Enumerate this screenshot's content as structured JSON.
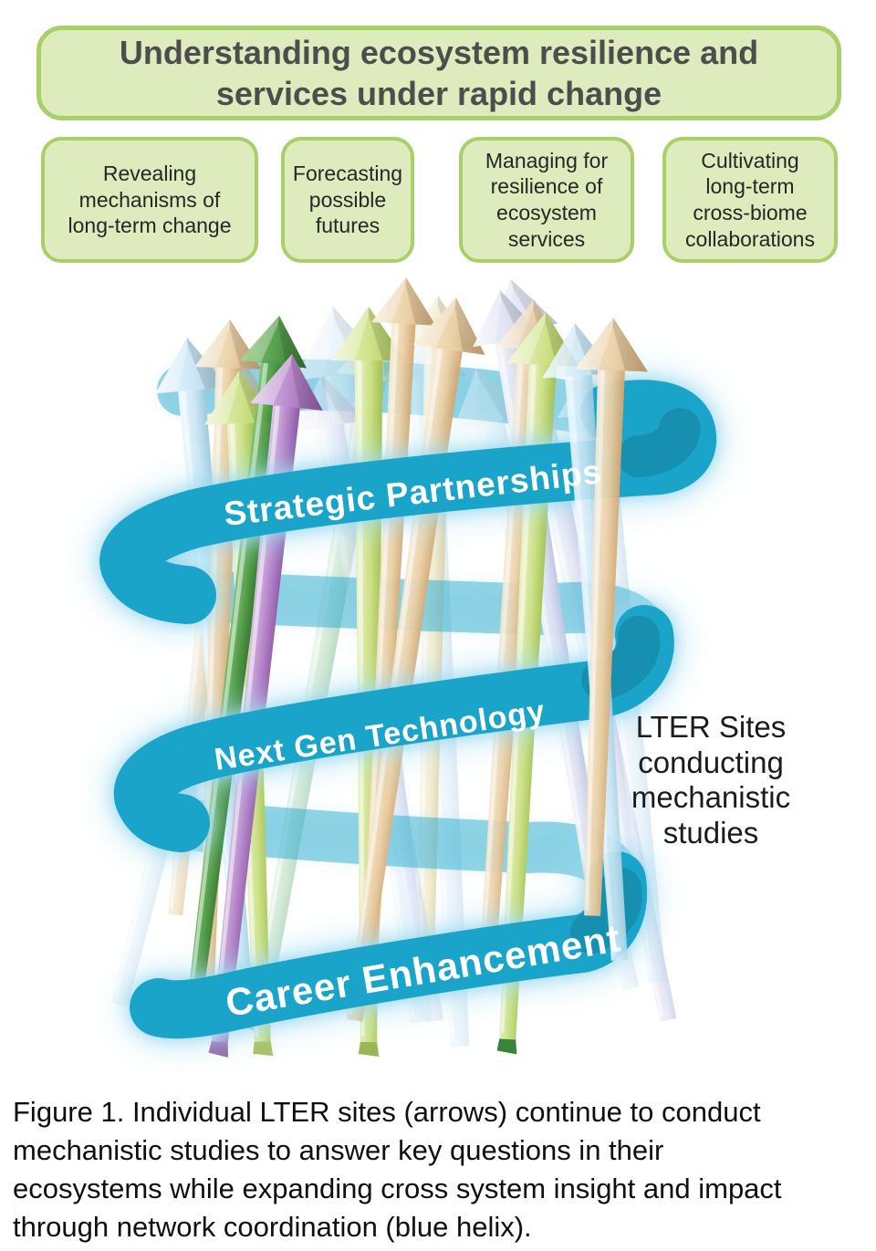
{
  "header": {
    "title": "Understanding ecosystem resilience and\nservices under rapid change"
  },
  "goals": [
    {
      "label": "Revealing\nmechanisms of\nlong-term change"
    },
    {
      "label": "Forecasting\npossible\nfutures"
    },
    {
      "label": "Managing for\nresilience of\necosystem\nservices"
    },
    {
      "label": "Cultivating\nlong-term\ncross-biome\ncollaborations"
    }
  ],
  "helix": {
    "bands": [
      "Strategic Partnerships",
      "Next Gen Technology",
      "Career Enhancement"
    ],
    "color": "#1ba4c9"
  },
  "annotation": {
    "text": "LTER Sites\nconducting\nmechanistic\nstudies"
  },
  "caption": {
    "text": "Figure 1. Individual LTER sites (arrows) continue to conduct\nmechanistic studies to answer key questions in their\necosystems while expanding cross system insight and impact\nthrough network coordination (blue helix)."
  },
  "illustration": {
    "description": "Bundle of upward 3D arrows (LTER sites) wrapped by a descending blue helix ribbon",
    "box_fill": "#deecbd",
    "box_border": "#a8cf68",
    "arrow_palette": {
      "lb": "#cbe7f5",
      "pb": "#d9eaf7",
      "lav": "#dde0f2",
      "yg": "#cde085",
      "dg": "#4a9740",
      "pu": "#b787ca",
      "tan": "#eacfa4",
      "cream": "#f1e9c7",
      "tg": "#b0d7b7"
    },
    "arrows": [
      [
        365,
        336,
        -7,
        790,
        "pb",
        0.55,
        1.3,
        "b",
        null
      ],
      [
        462,
        348,
        -3,
        800,
        "pb",
        0.5,
        1.15,
        "b",
        null
      ],
      [
        418,
        358,
        10,
        770,
        "tg",
        0.55,
        1.0,
        "b",
        "#3e8d4e"
      ],
      [
        298,
        432,
        14,
        690,
        "pb",
        0.45,
        1.0,
        "b",
        null
      ],
      [
        522,
        404,
        -14,
        700,
        "pb",
        0.4,
        1.05,
        "b",
        null
      ],
      [
        560,
        306,
        -12,
        830,
        "lav",
        0.75,
        1.0,
        "b",
        null
      ],
      [
        648,
        390,
        -6,
        690,
        "pb",
        0.5,
        1.1,
        "b",
        null
      ],
      [
        480,
        324,
        1,
        740,
        "cream",
        0.8,
        0.95,
        "b",
        null
      ],
      [
        258,
        376,
        6,
        630,
        "tan",
        0.5,
        0.9,
        "b",
        null
      ],
      [
        352,
        410,
        -10,
        720,
        "lav",
        0.45,
        1.0,
        "b",
        null
      ],
      [
        205,
        370,
        -5,
        716,
        "lb",
        1,
        1.0,
        "m",
        null
      ],
      [
        252,
        350,
        2,
        724,
        "tan",
        0.95,
        0.92,
        "m",
        null
      ],
      [
        262,
        406,
        -2,
        736,
        "yg",
        1,
        1.0,
        "m",
        "#a4bd55"
      ],
      [
        306,
        346,
        7,
        758,
        "dg",
        0.95,
        0.92,
        "m",
        "#2e7d32"
      ],
      [
        320,
        388,
        6,
        758,
        "pu",
        1,
        1.0,
        "m",
        "#8e5aa8"
      ],
      [
        404,
        336,
        0,
        806,
        "yg",
        1,
        1.02,
        "m",
        "#96b14b"
      ],
      [
        445,
        304,
        3,
        760,
        "tan",
        0.95,
        0.88,
        "m",
        null
      ],
      [
        500,
        326,
        8,
        800,
        "tan",
        0.95,
        1.0,
        "m",
        null
      ],
      [
        548,
        318,
        -9,
        740,
        "lav",
        0.95,
        0.98,
        "m",
        null
      ],
      [
        585,
        328,
        4,
        740,
        "tan",
        0.9,
        0.95,
        "m",
        null
      ],
      [
        598,
        342,
        3,
        798,
        "yg",
        1,
        1.0,
        "m",
        "#2e7d32"
      ],
      [
        630,
        354,
        -4,
        700,
        "lb",
        0.88,
        1.0,
        "f",
        null
      ],
      [
        672,
        348,
        2,
        656,
        "tan",
        0.95,
        1.0,
        "f",
        null
      ]
    ]
  }
}
